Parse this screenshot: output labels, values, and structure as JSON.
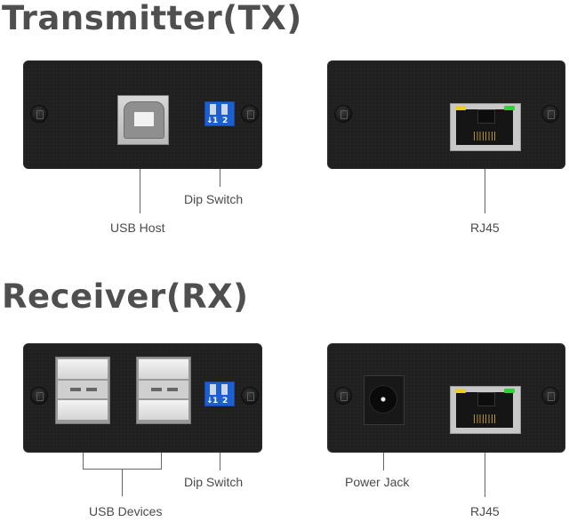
{
  "sections": {
    "transmitter": {
      "title": "Transmitter(TX)",
      "left_panel": {
        "labels": {
          "usb_host": "USB Host",
          "dip_switch": "Dip Switch"
        },
        "dip_numbers": [
          "1",
          "2"
        ],
        "dip_arrow": "↓"
      },
      "right_panel": {
        "labels": {
          "rj45": "RJ45"
        },
        "led_colors": {
          "left": "#e6d21e",
          "right": "#2fd23a"
        }
      }
    },
    "receiver": {
      "title": "Receiver(RX)",
      "left_panel": {
        "labels": {
          "usb_devices": "USB Devices",
          "dip_switch": "Dip Switch"
        },
        "dip_numbers": [
          "1",
          "2"
        ],
        "dip_arrow": "↓"
      },
      "right_panel": {
        "labels": {
          "power_jack": "Power Jack",
          "rj45": "RJ45"
        },
        "led_colors": {
          "left": "#e6d21e",
          "right": "#2fd23a"
        }
      }
    }
  },
  "colors": {
    "panel": "#202020",
    "dip_switch": "#1e5fd0",
    "title_text": "#4f4f4f",
    "label_text": "#4a4a4a"
  }
}
